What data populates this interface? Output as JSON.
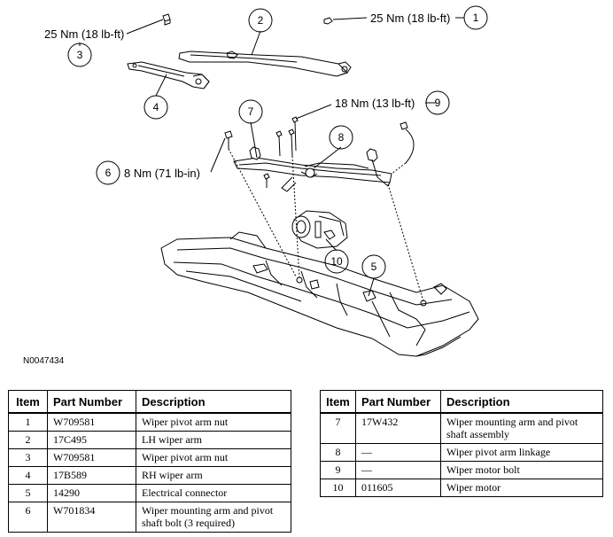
{
  "diagram": {
    "figure_id": "N0047434",
    "callouts": [
      {
        "num": "1",
        "torque": "25 Nm (18 lb-ft)"
      },
      {
        "num": "2"
      },
      {
        "num": "3",
        "torque": "25 Nm (18 lb-ft)"
      },
      {
        "num": "4"
      },
      {
        "num": "5"
      },
      {
        "num": "6",
        "torque": "8 Nm (71 lb-in)"
      },
      {
        "num": "7"
      },
      {
        "num": "8"
      },
      {
        "num": "9",
        "torque": "18 Nm (13 lb-ft)"
      },
      {
        "num": "10"
      }
    ]
  },
  "table": {
    "headers": [
      "Item",
      "Part Number",
      "Description"
    ],
    "left_rows": [
      {
        "item": "1",
        "part": "W709581",
        "desc": "Wiper pivot arm nut"
      },
      {
        "item": "2",
        "part": "17C495",
        "desc": "LH wiper arm"
      },
      {
        "item": "3",
        "part": "W709581",
        "desc": "Wiper pivot arm nut"
      },
      {
        "item": "4",
        "part": "17B589",
        "desc": "RH wiper arm"
      },
      {
        "item": "5",
        "part": "14290",
        "desc": "Electrical connector"
      },
      {
        "item": "6",
        "part": "W701834",
        "desc": "Wiper mounting arm and pivot shaft bolt (3 required)"
      }
    ],
    "right_rows": [
      {
        "item": "7",
        "part": "17W432",
        "desc": "Wiper mounting arm and pivot shaft assembly"
      },
      {
        "item": "8",
        "part": "—",
        "desc": "Wiper pivot arm linkage"
      },
      {
        "item": "9",
        "part": "—",
        "desc": "Wiper motor bolt"
      },
      {
        "item": "10",
        "part": "011605",
        "desc": "Wiper motor"
      }
    ]
  }
}
